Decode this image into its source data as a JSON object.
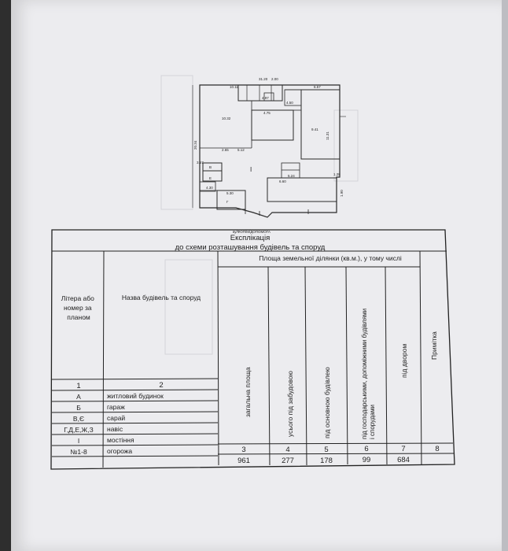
{
  "plan": {
    "dims": {
      "top": "31.20",
      "top_right": "2.00",
      "top_left_small": "10.11",
      "right_upper": "6.57",
      "left_height": "20.34",
      "right_mid": "11.31",
      "b1": "2.65",
      "b2": "5.12",
      "b3": "4.75",
      "b4": "5.24",
      "b5": "1.28",
      "b6": "1.90",
      "b7": "5.30",
      "b8": "4.30",
      "b9": "3.57",
      "c1": "4.97",
      "c2": "4.50",
      "c3": "6.60"
    },
    "labels": {
      "center": "I",
      "left_block": "10.32",
      "right_block": "9.41",
      "small_e": "Е",
      "small_v": "В",
      "small_g": "Г"
    }
  },
  "table": {
    "stamp_text": "ву/ФОП/М/ДОПОМОГА",
    "title": "Експлікація",
    "subtitle": "до схеми розташування будівель та споруд",
    "col_litera": "Літера або номер за планом",
    "col_nazva": "Назва будівель та споруд",
    "col_area_group": "Площа земельної ділянки (кв.м.), у тому числі",
    "col_zagalna": "загальна площа",
    "col_pid_zabud": "усього під забудовою",
    "col_pid_osnov": "під основною будівлею",
    "col_pid_gosp": "під господарськими, допоміжними будівлями і спорудами",
    "col_pid_dvor": "під двором",
    "col_prym": "Примітка",
    "num_row": [
      "1",
      "2",
      "3",
      "4",
      "5",
      "6",
      "7",
      "8"
    ],
    "rows": [
      {
        "litera": "А",
        "nazva": "житловий будинок"
      },
      {
        "litera": "Б",
        "nazva": "гараж"
      },
      {
        "litera": "В,Є",
        "nazva": "сарай"
      },
      {
        "litera": "Г,Д,Е,Ж,З",
        "nazva": "навіс"
      },
      {
        "litera": "І",
        "nazva": "мостіння"
      },
      {
        "litera": "№1-8",
        "nazva": "огорожа"
      }
    ],
    "totals": [
      "961",
      "277",
      "178",
      "99",
      "684"
    ]
  }
}
